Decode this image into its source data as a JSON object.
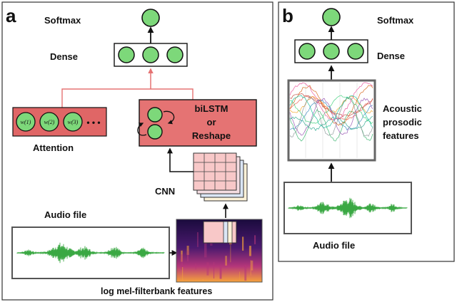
{
  "panel_a": {
    "tag": "a",
    "softmax": "Softmax",
    "dense": "Dense",
    "attention": "Attention",
    "attention_nodes": [
      "w(1)",
      "w(2)",
      "w(3)"
    ],
    "ellipsis": "• • •",
    "rnn_lines": [
      "biLSTM",
      "or",
      "Reshape"
    ],
    "cnn": "CNN",
    "audio": "Audio file",
    "features": "log mel-filterbank features"
  },
  "panel_b": {
    "tag": "b",
    "softmax": "Softmax",
    "dense": "Dense",
    "features_lines": [
      "Acoustic",
      "prosodic",
      "features"
    ],
    "audio": "Audio file"
  },
  "colors": {
    "node_fill": "#7dd87a",
    "block_fill": "#e57373",
    "attention_fill": "#e06666",
    "attention_edge": "#e57373",
    "waveform": "#3aa843",
    "spectrogram_dark": "#1a0b3d",
    "spectrogram_mid": "#b5367a",
    "spectrogram_hot": "#f6a33a"
  }
}
